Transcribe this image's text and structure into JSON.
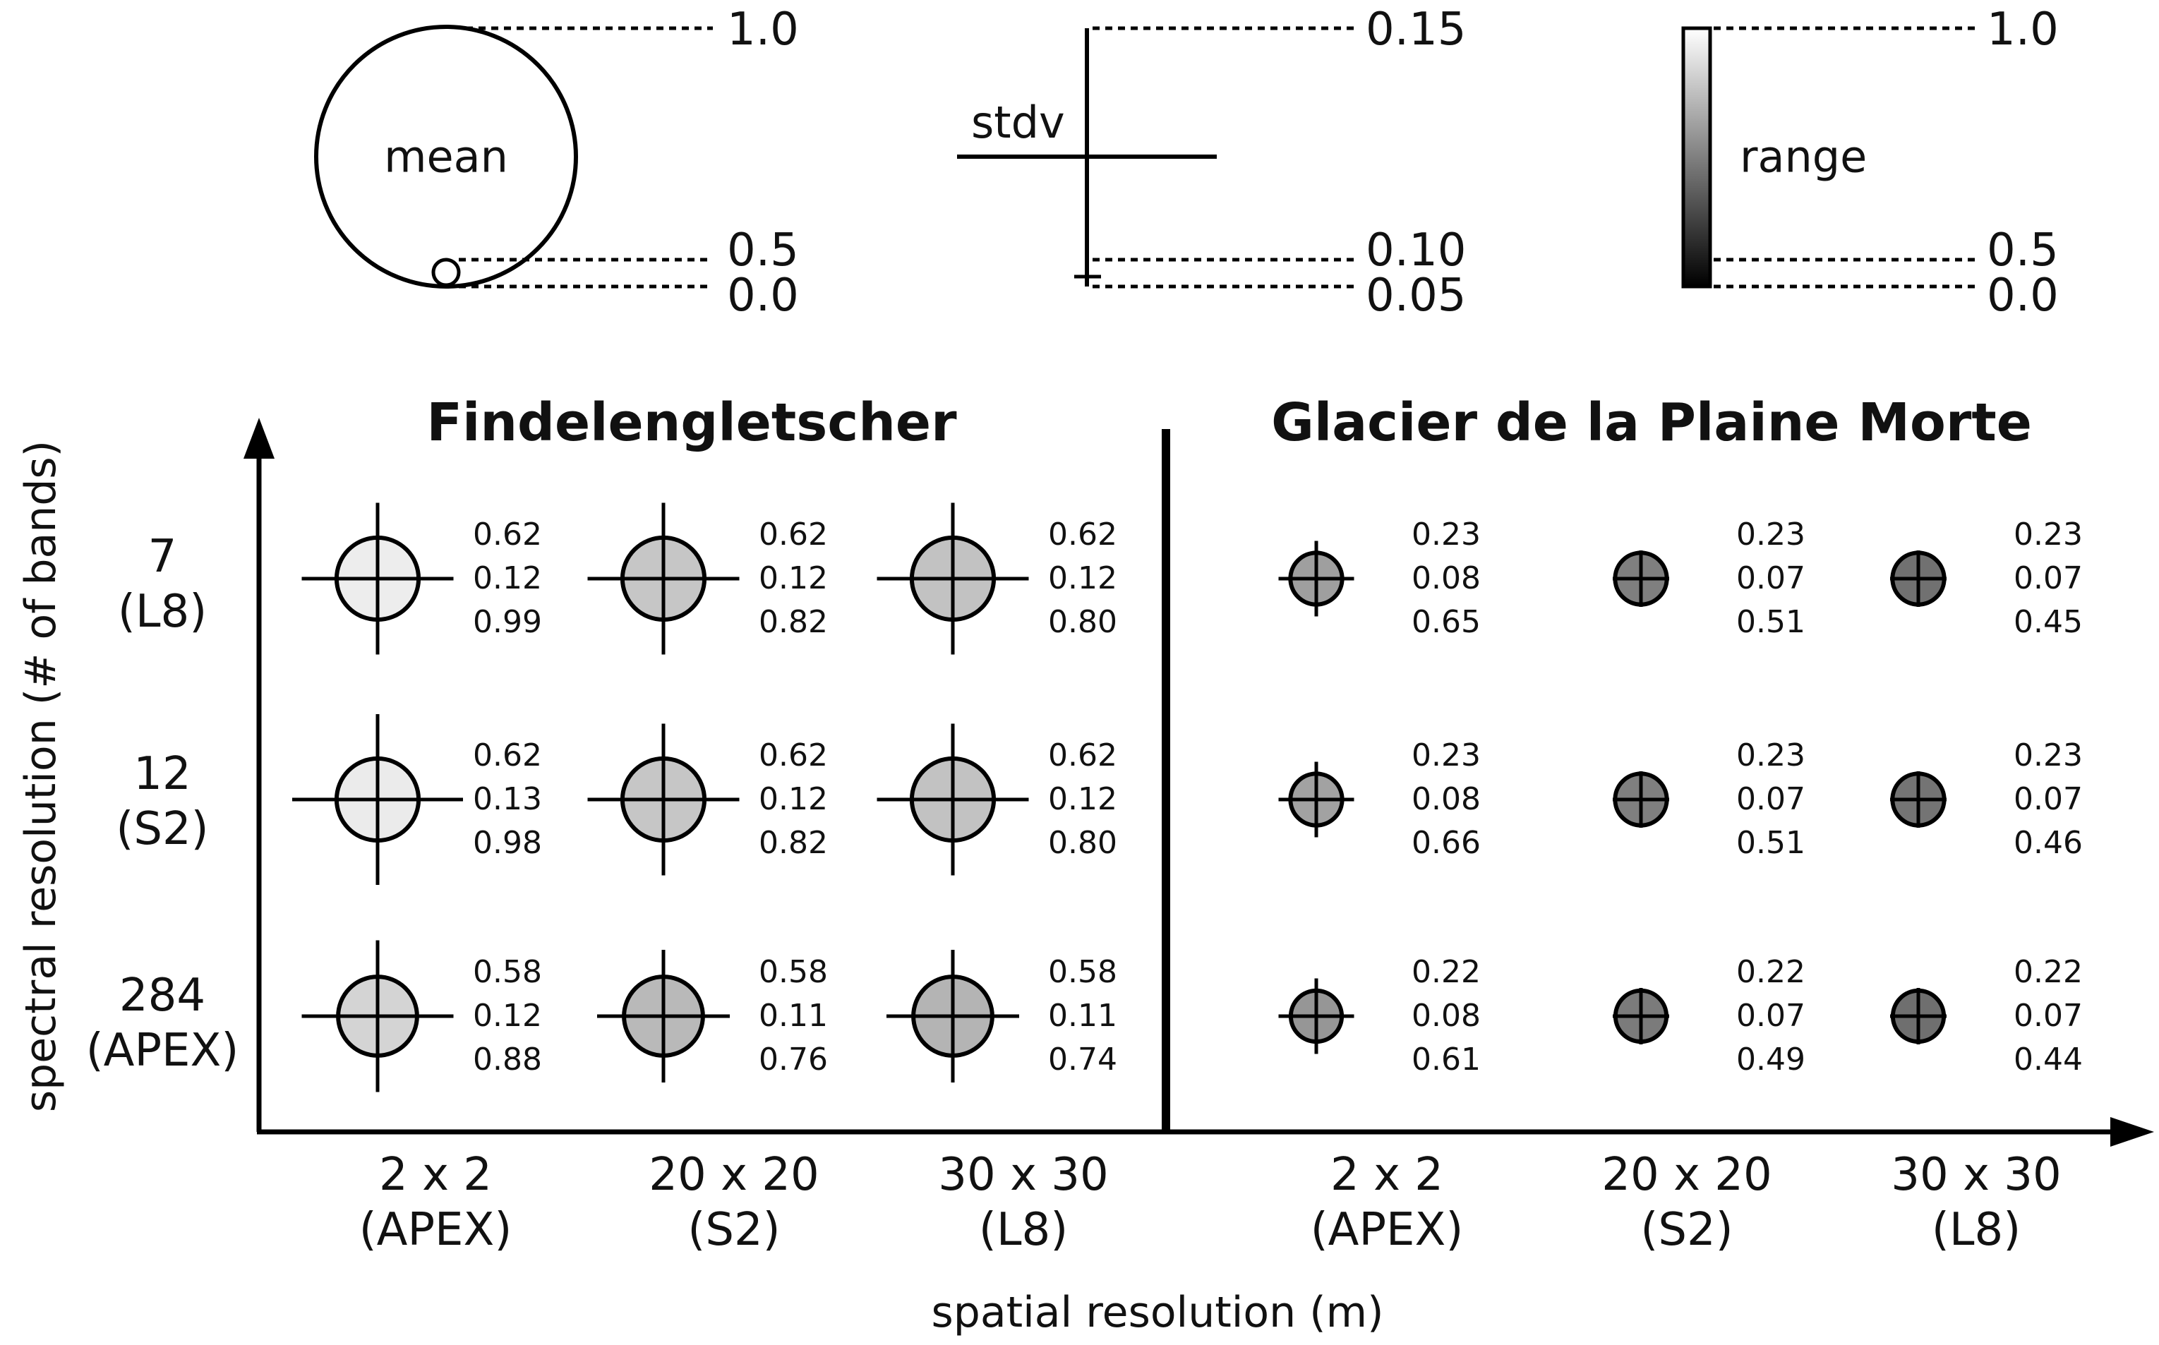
{
  "legend": {
    "mean": {
      "label": "mean",
      "ticks": [
        "1.0",
        "0.5",
        "0.0"
      ]
    },
    "stdv": {
      "label": "stdv",
      "ticks": [
        "0.15",
        "0.10",
        "0.05"
      ]
    },
    "range": {
      "label": "range",
      "ticks": [
        "1.0",
        "0.5",
        "0.0"
      ]
    }
  },
  "axes": {
    "y_label": "spectral resolution (# of bands)",
    "x_label": "spatial resolution (m)"
  },
  "rows": [
    {
      "line1": "7",
      "line2": "(L8)"
    },
    {
      "line1": "12",
      "line2": "(S2)"
    },
    {
      "line1": "284",
      "line2": "(APEX)"
    }
  ],
  "columns": [
    {
      "line1": "2 x 2",
      "line2": "(APEX)"
    },
    {
      "line1": "20 x 20",
      "line2": "(S2)"
    },
    {
      "line1": "30 x 30",
      "line2": "(L8)"
    }
  ],
  "panels": [
    {
      "title": "Findelengletscher",
      "cells": [
        [
          {
            "mean": "0.62",
            "stdv": "0.12",
            "range": "0.99"
          },
          {
            "mean": "0.62",
            "stdv": "0.12",
            "range": "0.82"
          },
          {
            "mean": "0.62",
            "stdv": "0.12",
            "range": "0.80"
          }
        ],
        [
          {
            "mean": "0.62",
            "stdv": "0.13",
            "range": "0.98"
          },
          {
            "mean": "0.62",
            "stdv": "0.12",
            "range": "0.82"
          },
          {
            "mean": "0.62",
            "stdv": "0.12",
            "range": "0.80"
          }
        ],
        [
          {
            "mean": "0.58",
            "stdv": "0.12",
            "range": "0.88"
          },
          {
            "mean": "0.58",
            "stdv": "0.11",
            "range": "0.76"
          },
          {
            "mean": "0.58",
            "stdv": "0.11",
            "range": "0.74"
          }
        ]
      ]
    },
    {
      "title": "Glacier de la Plaine Morte",
      "cells": [
        [
          {
            "mean": "0.23",
            "stdv": "0.08",
            "range": "0.65"
          },
          {
            "mean": "0.23",
            "stdv": "0.07",
            "range": "0.51"
          },
          {
            "mean": "0.23",
            "stdv": "0.07",
            "range": "0.45"
          }
        ],
        [
          {
            "mean": "0.23",
            "stdv": "0.08",
            "range": "0.66"
          },
          {
            "mean": "0.23",
            "stdv": "0.07",
            "range": "0.51"
          },
          {
            "mean": "0.23",
            "stdv": "0.07",
            "range": "0.46"
          }
        ],
        [
          {
            "mean": "0.22",
            "stdv": "0.08",
            "range": "0.61"
          },
          {
            "mean": "0.22",
            "stdv": "0.07",
            "range": "0.49"
          },
          {
            "mean": "0.22",
            "stdv": "0.07",
            "range": "0.44"
          }
        ]
      ]
    }
  ]
}
